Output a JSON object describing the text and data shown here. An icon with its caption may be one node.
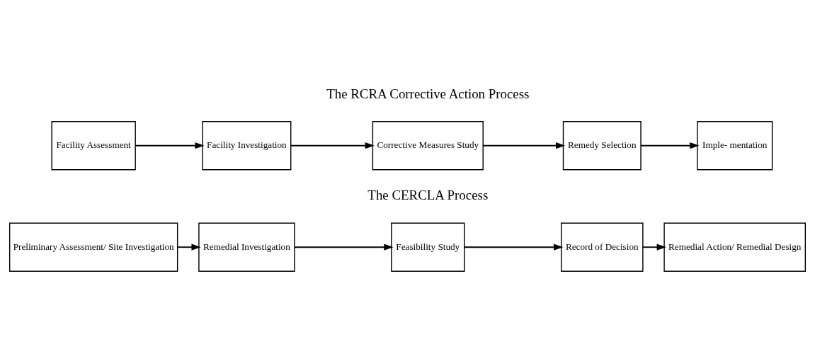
{
  "diagram": {
    "nodes": [
      {
        "text": [
          "Facility Assessment"
        ]
      },
      {
        "text": [
          "Facility Investigation"
        ]
      },
      {
        "text": [
          "Corrective Measures Study"
        ]
      },
      {
        "text": [
          "Remedy Selection"
        ]
      },
      {
        "text": [
          "Imple- mentation"
        ]
      },
      {
        "text": [
          "Preliminary Assessment/ Site Investigation"
        ]
      },
      {
        "text": [
          "Remedial Investigation"
        ]
      },
      {
        "text": [
          "Feasibility Study"
        ]
      },
      {
        "text": [
          "Record of Decision"
        ]
      },
      {
        "text": [
          "Remedial Action/ Remedial Design"
        ]
      }
    ],
    "edges": [
      {
        "from": 0,
        "to": 1,
        "arrow": "to"
      },
      {
        "from": 1,
        "to": 2,
        "arrow": "to"
      },
      {
        "from": 2,
        "to": 3,
        "arrow": "to"
      },
      {
        "from": 3,
        "to": 4,
        "arrow": "to"
      },
      {
        "from": 5,
        "to": 6,
        "arrow": "to"
      },
      {
        "from": 6,
        "to": 7,
        "arrow": "to"
      },
      {
        "from": 7,
        "to": 8,
        "arrow": "to"
      },
      {
        "from": 8,
        "to": 9,
        "arrow": "to"
      }
    ],
    "labels": [
      "The RCRA Corrective Action Process",
      "The CERCLA Process"
    ]
  }
}
